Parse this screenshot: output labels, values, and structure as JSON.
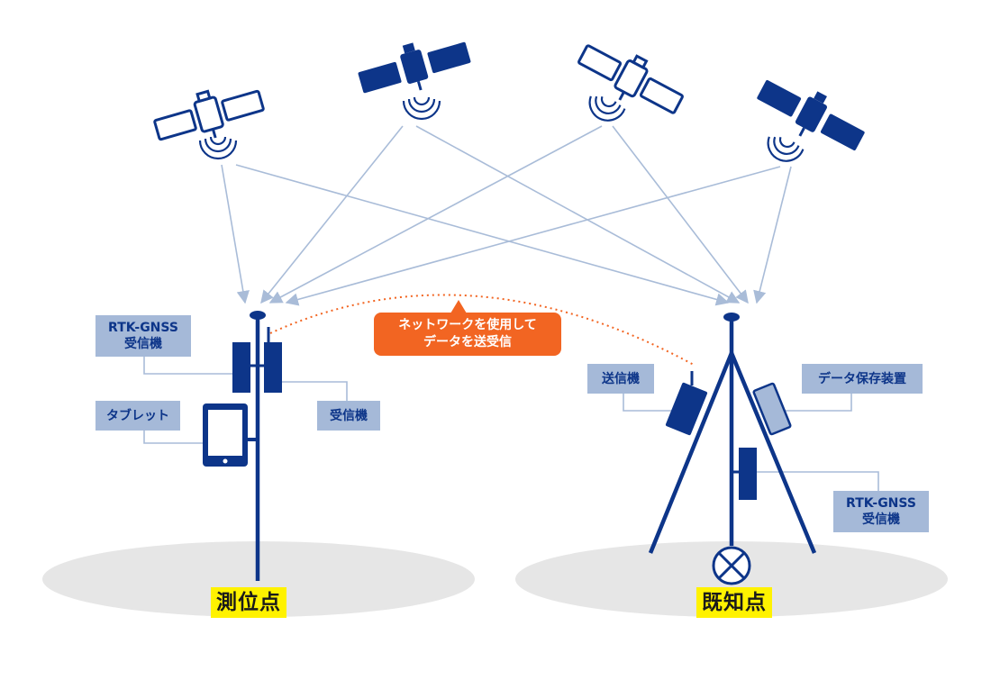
{
  "callout": {
    "text": "ネットワークを使用して\nデータを送受信"
  },
  "rover": {
    "site_label": "測位点",
    "labels": {
      "rtk_receiver": "RTK-GNSS\n受信機",
      "tablet": "タブレット",
      "receiver": "受信機"
    }
  },
  "base": {
    "site_label": "既知点",
    "labels": {
      "transmitter": "送信機",
      "data_storage": "データ保存装置",
      "rtk_receiver": "RTK-GNSS\n受信機"
    }
  },
  "satellites": [
    {
      "style": "outline"
    },
    {
      "style": "filled"
    },
    {
      "style": "outline"
    },
    {
      "style": "filled"
    }
  ],
  "colors": {
    "navy": "#0d3589",
    "label_bg": "#a5b9d8",
    "signal_line": "#a9bcd8",
    "connector_line": "#a9bcd8",
    "callout": "#f26522",
    "site_highlight": "#fff200",
    "ground": "#e6e6e6"
  }
}
